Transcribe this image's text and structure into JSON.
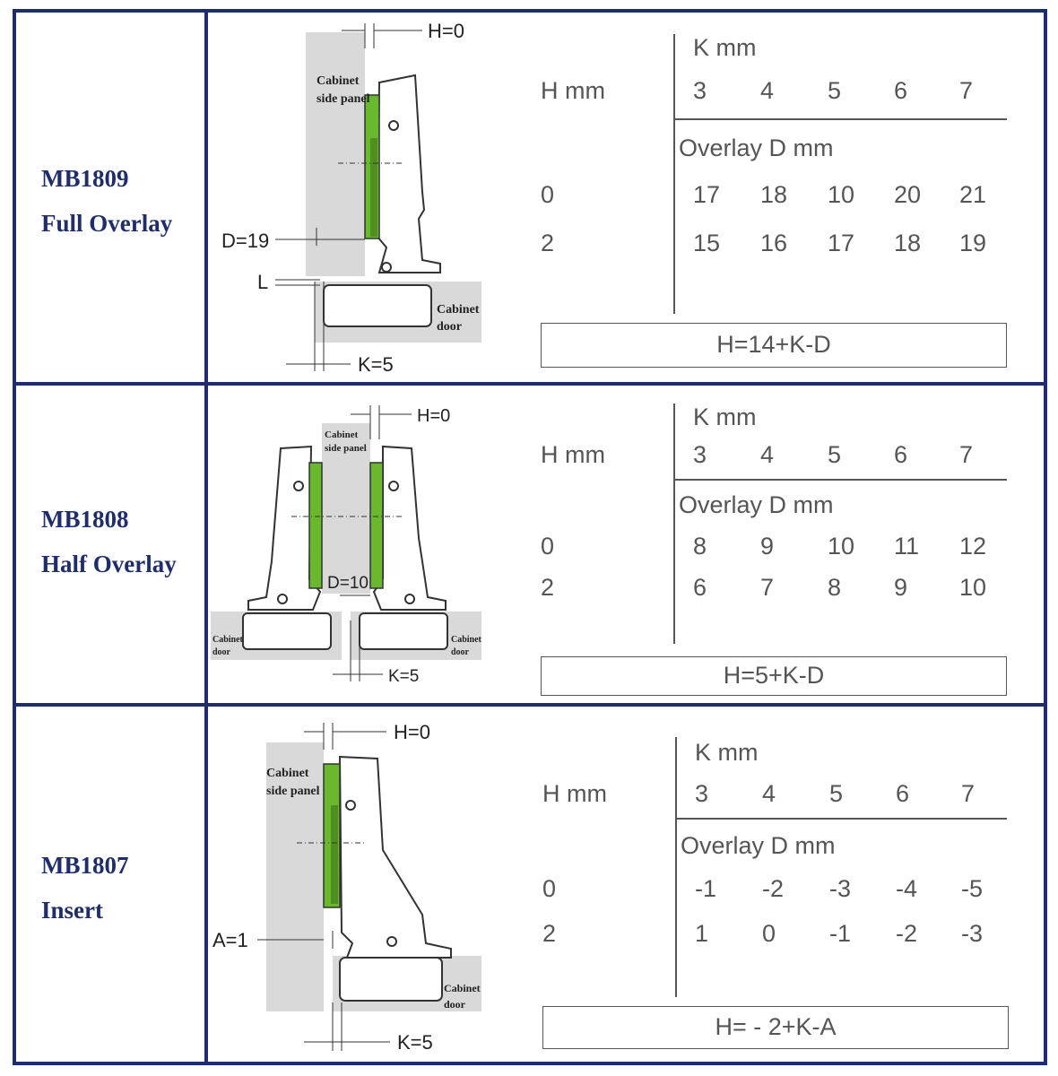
{
  "colors": {
    "border": "#1f2e6b",
    "hinge_green": "#6ab82e",
    "panel_gray": "#d9d9d9",
    "text_gray": "#555555"
  },
  "rows": [
    {
      "model": "MB1809",
      "type": "Full Overlay",
      "diagram": {
        "h_label": "H=0",
        "d_label": "D=19",
        "l_label": "L",
        "k_label": "K=5",
        "panel_label_1": "Cabinet",
        "panel_label_2": "side panel",
        "door_label_1": "Cabinet",
        "door_label_2": "door"
      },
      "table": {
        "h_header": "H mm",
        "k_header": "K  mm",
        "k_values": [
          "3",
          "4",
          "5",
          "6",
          "7"
        ],
        "overlay_header": "Overlay  D  mm",
        "rows": [
          {
            "h": "0",
            "values": [
              "17",
              "18",
              "10",
              "20",
              "21"
            ]
          },
          {
            "h": "2",
            "values": [
              "15",
              "16",
              "17",
              "18",
              "19"
            ]
          }
        ]
      },
      "formula": "H=14+K-D"
    },
    {
      "model": "MB1808",
      "type": "Half Overlay",
      "diagram": {
        "h_label": "H=0",
        "d_label": "D=10",
        "k_label": "K=5",
        "panel_label_1": "Cabinet",
        "panel_label_2": "side panel",
        "door_label_1": "Cabinet",
        "door_label_2": "door"
      },
      "table": {
        "h_header": "H mm",
        "k_header": "K  mm",
        "k_values": [
          "3",
          "4",
          "5",
          "6",
          "7"
        ],
        "overlay_header": "Overlay  D  mm",
        "rows": [
          {
            "h": "0",
            "values": [
              "8",
              "9",
              "10",
              "11",
              "12"
            ]
          },
          {
            "h": "2",
            "values": [
              "6",
              "7",
              "8",
              "9",
              "10"
            ]
          }
        ]
      },
      "formula": "H=5+K-D"
    },
    {
      "model": "MB1807",
      "type": "Insert",
      "diagram": {
        "h_label": "H=0",
        "a_label": "A=1",
        "k_label": "K=5",
        "panel_label_1": "Cabinet",
        "panel_label_2": "side panel",
        "door_label_1": "Cabinet",
        "door_label_2": "door"
      },
      "table": {
        "h_header": "H mm",
        "k_header": "K  mm",
        "k_values": [
          "3",
          "4",
          "5",
          "6",
          "7"
        ],
        "overlay_header": "Overlay  D  mm",
        "rows": [
          {
            "h": "0",
            "values": [
              "-1",
              "-2",
              "-3",
              "-4",
              "-5"
            ]
          },
          {
            "h": "2",
            "values": [
              "1",
              "0",
              "-1",
              "-2",
              "-3"
            ]
          }
        ]
      },
      "formula": "H= - 2+K-A"
    }
  ]
}
